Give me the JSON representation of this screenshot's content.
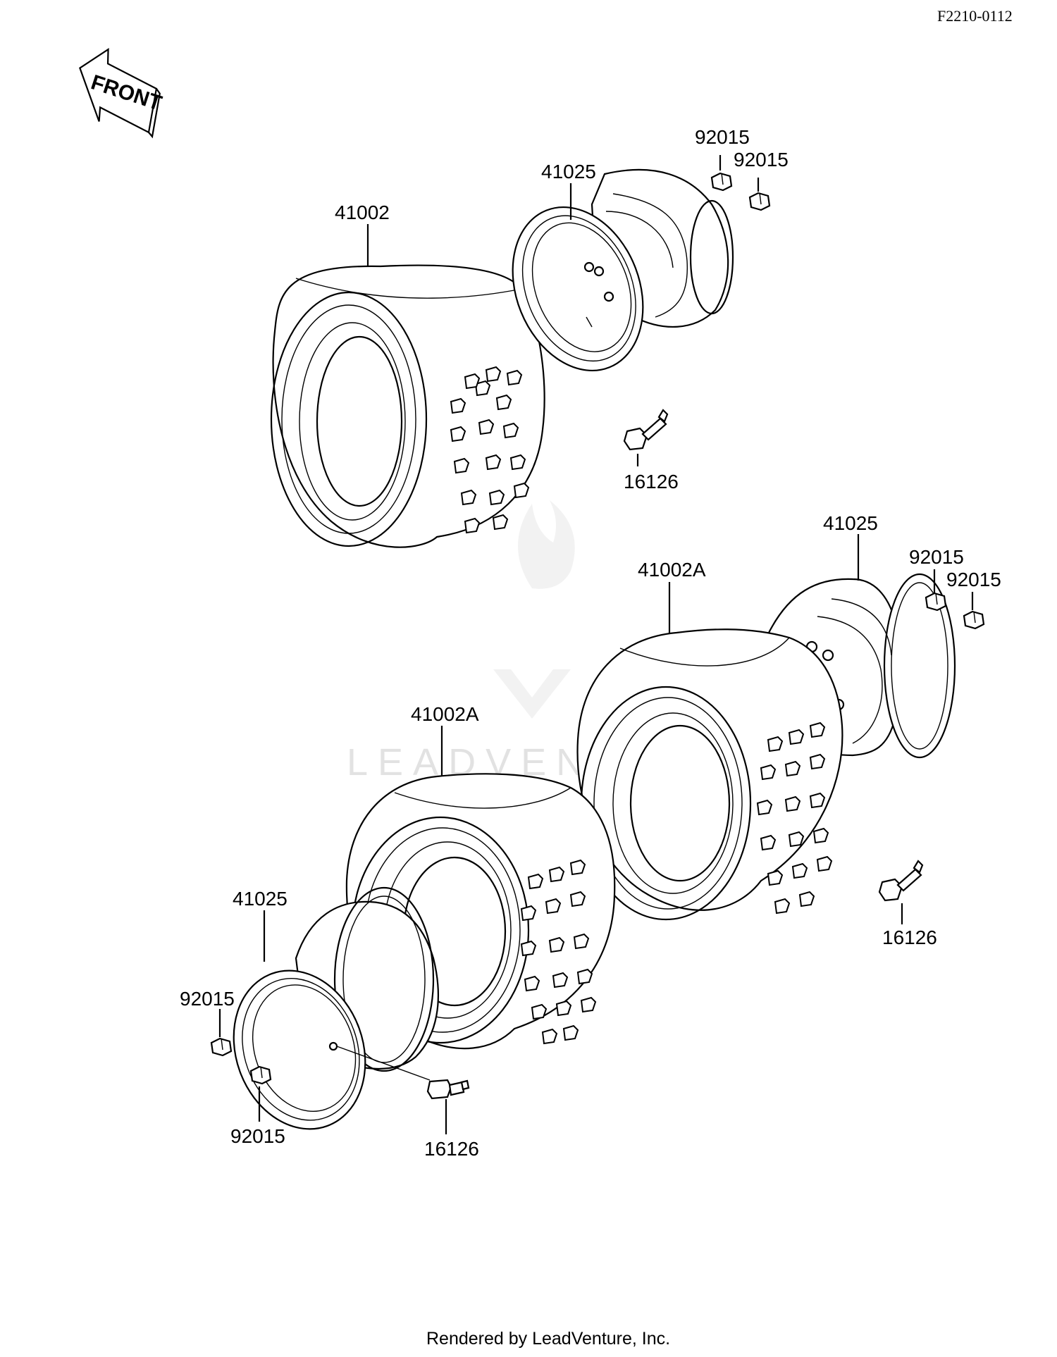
{
  "diagram_code": "F2210-0112",
  "front_label": "FRONT",
  "watermark": "LEADVENTURE",
  "footer": "Rendered by LeadVenture, Inc.",
  "callouts": {
    "tire_front": "41002",
    "wheel_front": "41025",
    "nut_a": "92015",
    "nut_b": "92015",
    "valve_front": "16126",
    "tire_rear_right": "41002A",
    "wheel_rear_right": "41025",
    "nut_c": "92015",
    "nut_d": "92015",
    "valve_rear_right": "16126",
    "tire_rear_left": "41002A",
    "wheel_rear_left": "41025",
    "nut_e": "92015",
    "nut_f": "92015",
    "valve_rear_left": "16126"
  }
}
